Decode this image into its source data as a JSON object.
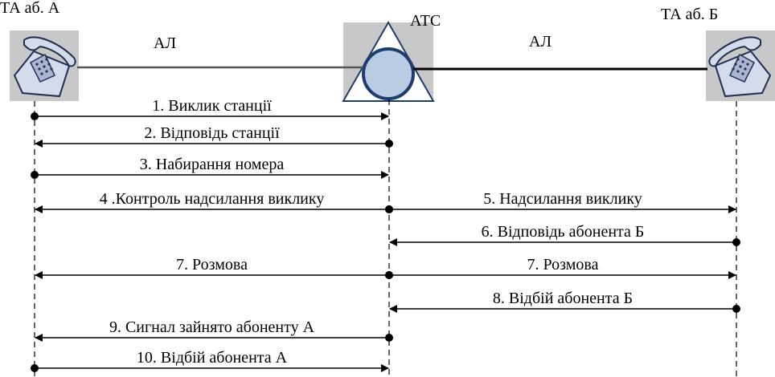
{
  "nodes": {
    "a": {
      "label": "ТА аб. А"
    },
    "exchange": {
      "label": "АТС"
    },
    "b": {
      "label": "ТА аб. Б"
    }
  },
  "links": {
    "left_label": "АЛ",
    "right_label": "АЛ"
  },
  "messages": [
    {
      "from": "a",
      "to": "exchange",
      "label": "1. Виклик станції"
    },
    {
      "from": "exchange",
      "to": "a",
      "label": "2. Відповідь станції"
    },
    {
      "from": "a",
      "to": "exchange",
      "label": "3. Набирання номера"
    },
    {
      "from": "exchange",
      "to": "a",
      "label": "4 .Контроль надсилання виклику"
    },
    {
      "from": "exchange",
      "to": "b",
      "label": "5. Надсилання виклику"
    },
    {
      "from": "b",
      "to": "exchange",
      "label": "6. Відповідь абонента Б"
    },
    {
      "from": "exchange",
      "to": "a",
      "label": "7. Розмова"
    },
    {
      "from": "exchange",
      "to": "b",
      "label": "7. Розмова"
    },
    {
      "from": "b",
      "to": "exchange",
      "label": "8. Відбій абонента Б"
    },
    {
      "from": "exchange",
      "to": "a",
      "label": "9. Сигнал зайнято абоненту А"
    },
    {
      "from": "a",
      "to": "exchange",
      "label": "10. Відбій абонента А"
    }
  ],
  "colors": {
    "icon_background": "#c8c8c8",
    "exchange_circle": "#b8cce4",
    "exchange_circle_stroke": "#1f3c6e",
    "phone_body": "#d4dcec",
    "phone_stroke": "#203050"
  }
}
